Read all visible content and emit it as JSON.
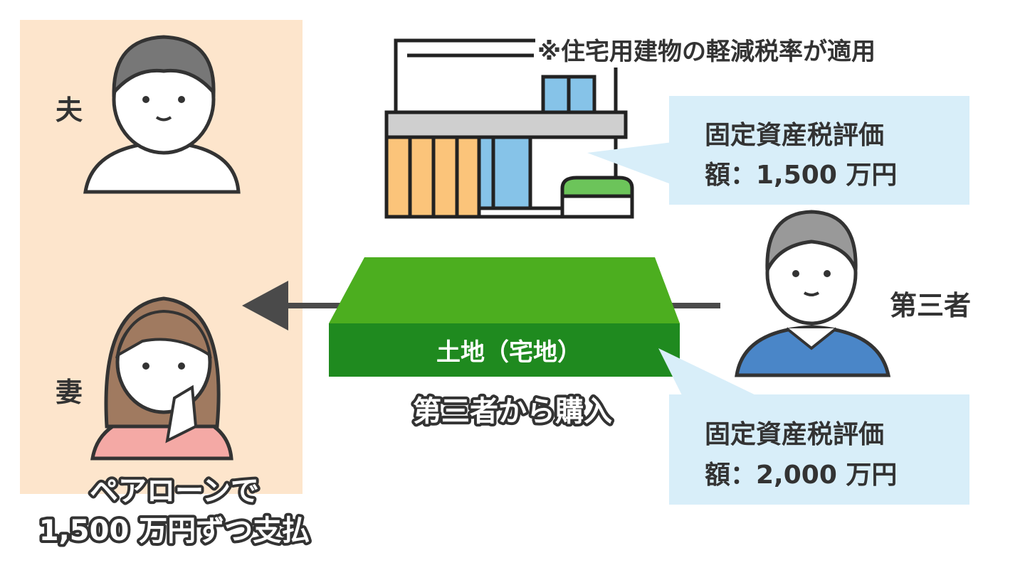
{
  "people": {
    "husband_label": "夫",
    "wife_label": "妻",
    "third_party_label": "第三者"
  },
  "land": {
    "label": "土地（宅地）",
    "caption": "第三者から購入"
  },
  "building": {
    "note": "※住宅用建物の軽減税率が適用"
  },
  "building_valuation": {
    "line1": "固定資産税評価",
    "line2": "額：1,500 万円"
  },
  "land_valuation": {
    "line1": "固定資産税評価",
    "line2": "額：2,000 万円"
  },
  "payment": {
    "line1": "ペアローンで",
    "line2": "1,500 万円ずつ支払"
  },
  "colors": {
    "panel": "#fde5cc",
    "land_top": "#4cae1f",
    "land_front": "#1f8a1f",
    "callout": "#d8eef9",
    "arrow": "#4a4a4a"
  }
}
